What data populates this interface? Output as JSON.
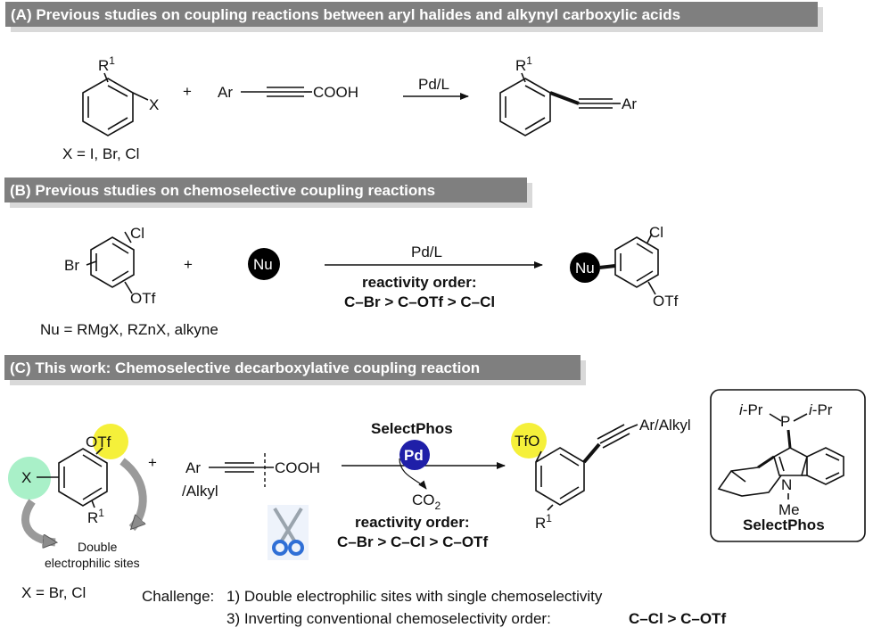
{
  "sections": {
    "a": {
      "title": "(A) Previous studies on coupling reactions between aryl halides and alkynyl carboxylic acids"
    },
    "b": {
      "title": "(B) Previous studies on chemoselective coupling reactions"
    },
    "c": {
      "title": "(C) This work: Chemoselective decarboxylative coupling reaction"
    }
  },
  "scheme_a": {
    "r1": "R",
    "r1_sup": "1",
    "x": "X",
    "plus": "+",
    "acid_ar": "Ar",
    "acid_cooh": "COOH",
    "catalyst": "Pd/L",
    "product_ar": "Ar",
    "product_r1": "R",
    "product_r1_sup": "1",
    "x_def": "X = I, Br, Cl"
  },
  "scheme_b": {
    "cl": "Cl",
    "br": "Br",
    "otf": "OTf",
    "plus": "+",
    "nu": "Nu",
    "catalyst": "Pd/L",
    "order_title": "reactivity order:",
    "order": "C–Br > C–OTf > C–Cl",
    "product_nu": "Nu",
    "product_cl": "Cl",
    "product_otf": "OTf",
    "nu_def": "Nu = RMgX, RZnX, alkyne"
  },
  "scheme_c": {
    "x": "X",
    "otf": "OTf",
    "r1": "R",
    "r1_sup": "1",
    "plus": "+",
    "double_line1": "Double",
    "double_line2": "electrophilic sites",
    "x_def": "X = Br, Cl",
    "acid_ar": "Ar",
    "acid_alkyl": "/Alkyl",
    "acid_cooh": "COOH",
    "ligand": "SelectPhos",
    "pd": "Pd",
    "co2": "CO",
    "co2_sub": "2",
    "order_title": "reactivity order:",
    "order": "C–Br > C–Cl > C–OTf",
    "product_tfo": "TfO",
    "product_aralkyl": "Ar/Alkyl",
    "product_r1": "R",
    "product_r1_sup": "1",
    "challenge_prefix": "Challenge:",
    "challenge_1": "1) Double electrophilic sites with single chemoselectivity",
    "challenge_3": "3) Inverting conventional chemoselectivity order:",
    "challenge_3_bold": "C–Cl > C–OTf"
  },
  "selectphos_box": {
    "ipr_left_i": "i",
    "ipr_left_rest": "-Pr",
    "p": "P",
    "ipr_right_i": "i",
    "ipr_right_rest": "-Pr",
    "n": "N",
    "me": "Me",
    "name": "SelectPhos"
  },
  "colors": {
    "banner": "#7f7f7f",
    "banner_shadow": "#d9d9d9",
    "otf_highlight": "#f5f03a",
    "x_highlight": "#a9f0c8",
    "nu_fill": "#000000",
    "pd_fill": "#1f1fa8",
    "arrow_grey": "#9a9a9a",
    "scissors": "#2f6fd6"
  }
}
